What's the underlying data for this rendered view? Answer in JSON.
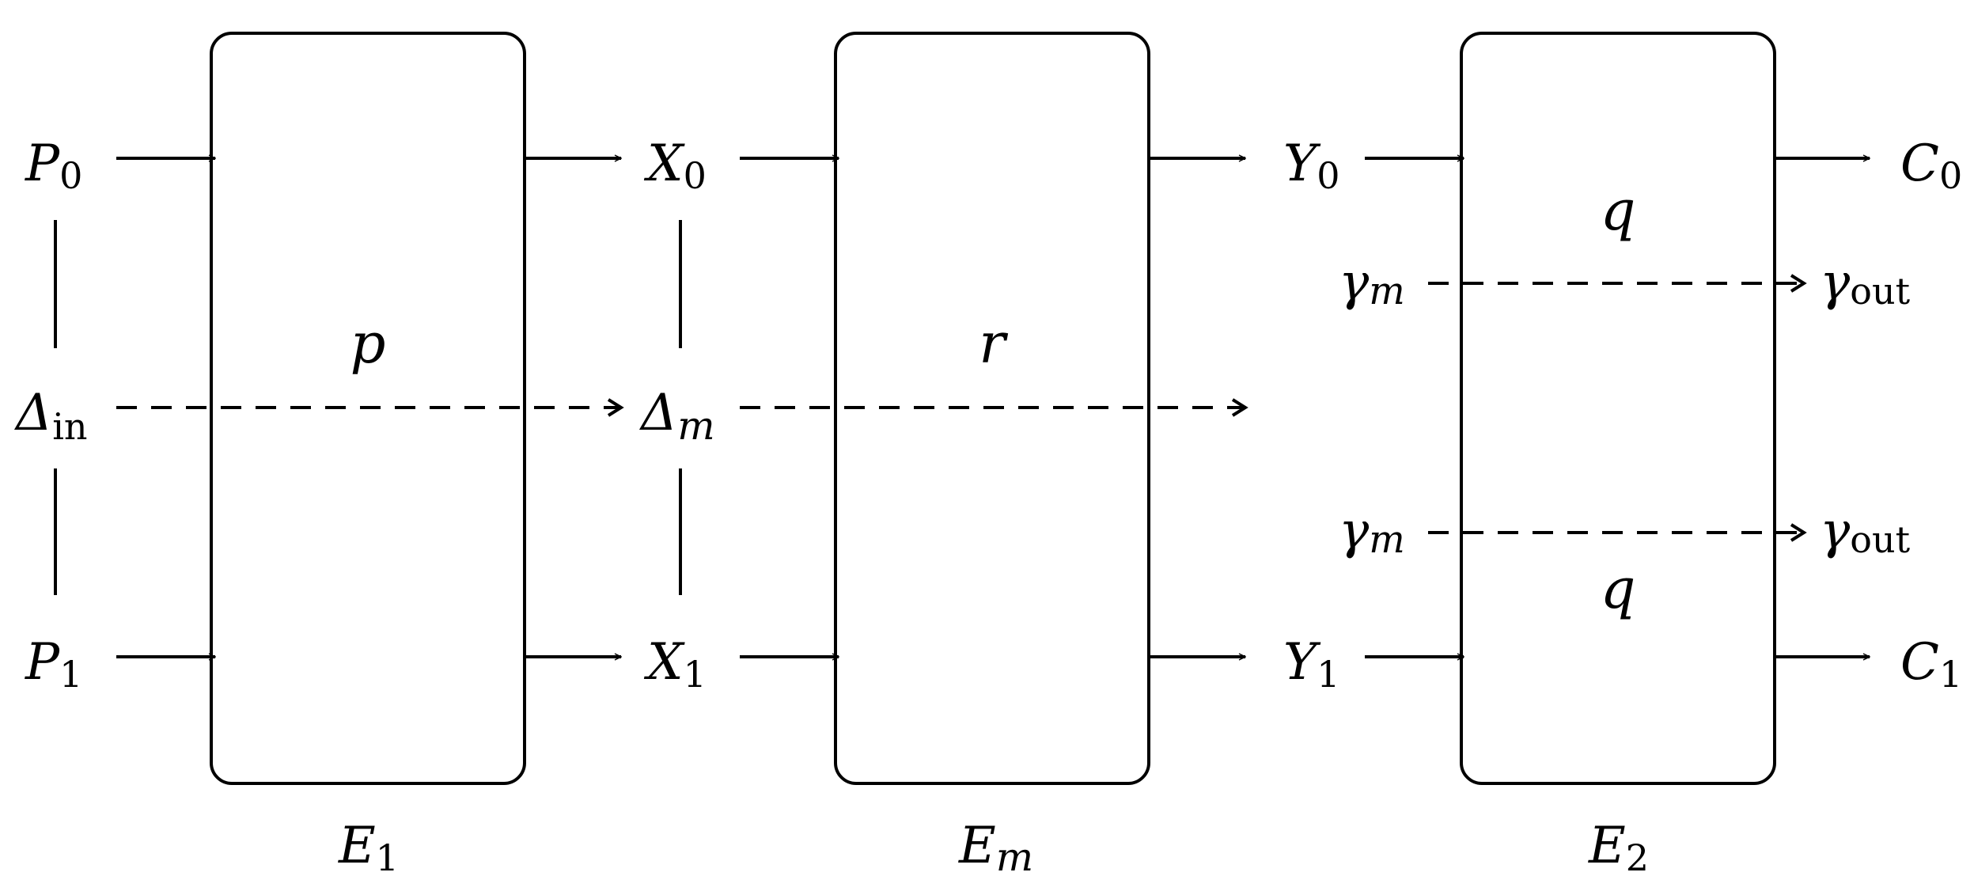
{
  "inputs": {
    "p0": {
      "main": "P",
      "sub": "0"
    },
    "p1": {
      "main": "P",
      "sub": "1"
    },
    "delta_in": {
      "main": "Δ",
      "sub": "in"
    }
  },
  "middle": {
    "x0": {
      "main": "X",
      "sub": "0"
    },
    "x1": {
      "main": "X",
      "sub": "1"
    },
    "delta_m": {
      "main": "Δ",
      "sub": "m"
    }
  },
  "outputs_mid": {
    "y0": {
      "main": "Y",
      "sub": "0"
    },
    "y1": {
      "main": "Y",
      "sub": "1"
    }
  },
  "gammas": {
    "gamma_m_top": {
      "main": "γ",
      "sub": "m"
    },
    "gamma_m_bottom": {
      "main": "γ",
      "sub": "m"
    },
    "gamma_out_top": {
      "main": "γ",
      "sub": "out"
    },
    "gamma_out_bottom": {
      "main": "γ",
      "sub": "out"
    }
  },
  "finals": {
    "c0": {
      "main": "C",
      "sub": "0"
    },
    "c1": {
      "main": "C",
      "sub": "1"
    }
  },
  "boxes": {
    "e1": {
      "inner": "p",
      "label_main": "E",
      "label_sub": "1"
    },
    "em": {
      "inner": "r",
      "label_main": "E",
      "label_sub": "m"
    },
    "e2": {
      "inner_top": "q",
      "inner_bottom": "q",
      "label_main": "E",
      "label_sub": "2"
    }
  }
}
